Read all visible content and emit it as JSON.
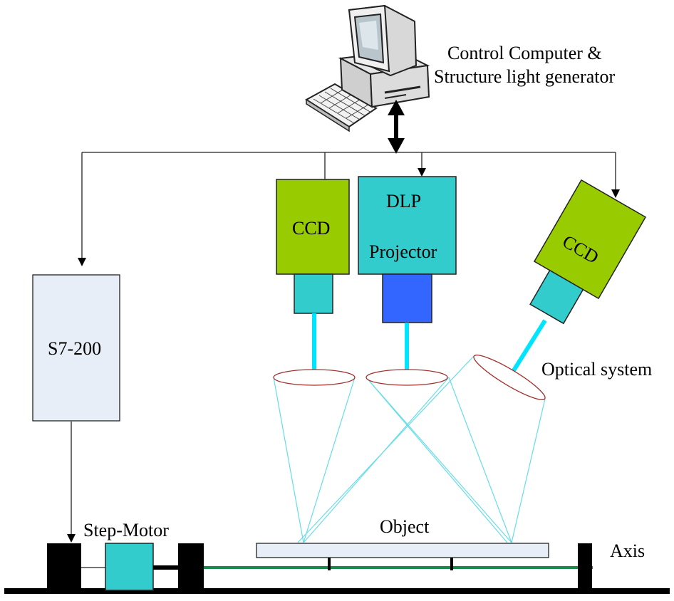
{
  "labels": {
    "computer_line1": "Control Computer &",
    "computer_line2": "Structure light generator",
    "ccd_left": "CCD",
    "dlp_line1": "DLP",
    "dlp_line2": "Projector",
    "ccd_right": "CCD",
    "plc": "S7-200",
    "optical_system": "Optical system",
    "object": "Object",
    "step_motor": "Step-Motor",
    "axis": "Axis"
  },
  "colors": {
    "ccd_body": "#99cc00",
    "lens_barrel": "#33cccc",
    "projector_body": "#33cccc",
    "projector_lens": "#3366ff",
    "plc_box": "#e8eef8",
    "light_beam": "#00e5ff",
    "light_rays": "#66dde8",
    "lens_edge": "#a0302c",
    "shaft": "#1a8a4a",
    "block": "#000000",
    "object_plate": "#e8eef8"
  },
  "icons": {
    "computer": "desktop-computer-icon"
  }
}
